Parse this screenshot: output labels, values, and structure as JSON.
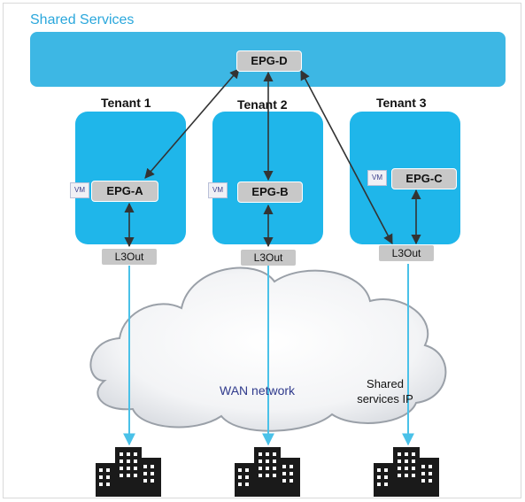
{
  "title": "Shared Services",
  "shared": {
    "epg": "EPG-D"
  },
  "tenants": [
    {
      "label": "Tenant 1",
      "epg": "EPG-A",
      "vm": "VM",
      "l3out": "L3Out"
    },
    {
      "label": "Tenant 2",
      "epg": "EPG-B",
      "vm": "VM",
      "l3out": "L3Out"
    },
    {
      "label": "Tenant 3",
      "epg": "EPG-C",
      "vm": "VM",
      "l3out": "L3Out"
    }
  ],
  "cloud": {
    "label": "WAN network",
    "shared_ip": "Shared services IP"
  },
  "icons": {
    "building": "building-icon"
  },
  "colors": {
    "accent": "#2aa7dc",
    "tenant": "#1fb6ea",
    "shared_bar": "#3db7e4",
    "link": "#4ac1e8"
  }
}
